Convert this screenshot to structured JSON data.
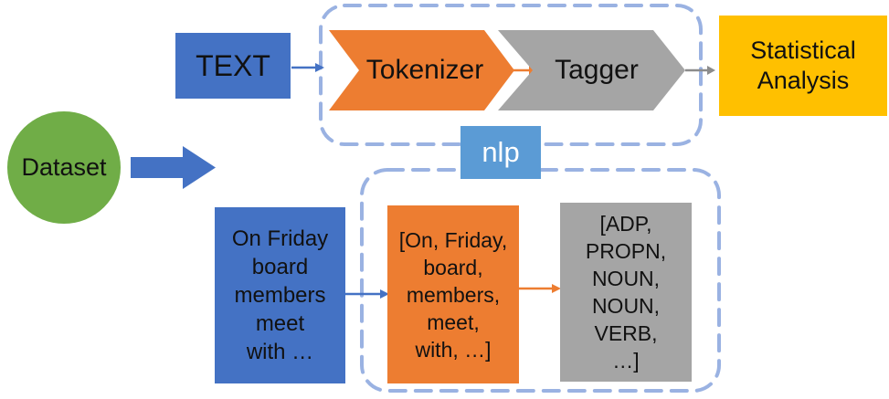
{
  "diagram": {
    "dataset": {
      "label": "Dataset"
    },
    "input": {
      "label": "TEXT"
    },
    "pipeline": {
      "tokenizer_label": "Tokenizer",
      "tagger_label": "Tagger",
      "name_label": "nlp"
    },
    "output": {
      "label": "Statistical\nAnalysis"
    },
    "example": {
      "text": "On Friday\nboard\nmembers\nmeet\nwith …",
      "tokens": "[On, Friday,\nboard,\nmembers,\nmeet,\nwith, …]",
      "tags": "[ADP,\nPROPN,\nNOUN,\nNOUN,\nVERB,\n…]"
    },
    "colors": {
      "blue": "#4472C4",
      "orange": "#ED7D31",
      "gray": "#A5A5A5",
      "gold": "#FFC000",
      "green": "#70AD47",
      "light_blue": "#5B9BD5",
      "dashed_border": "#9AB2E2"
    }
  }
}
